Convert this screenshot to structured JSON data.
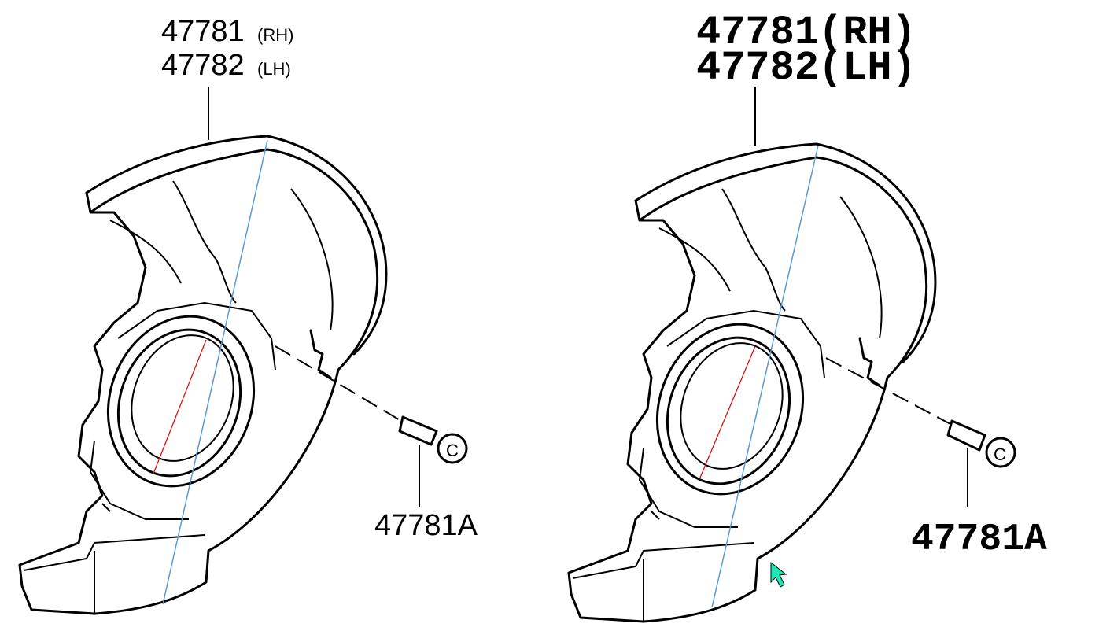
{
  "left_diagram": {
    "part_rh": "47781",
    "suffix_rh": "(RH)",
    "part_lh": "47782",
    "suffix_lh": "(LH)",
    "bolt_part": "47781A"
  },
  "right_diagram": {
    "part_rh": "47781",
    "suffix_rh": "(RH)",
    "part_lh": "47782",
    "suffix_lh": "(LH)",
    "bolt_part": "47781A"
  },
  "colors": {
    "outer_measure_line": "#5b9bd5",
    "inner_measure_line": "#e00000",
    "cursor": "#1de9b6"
  },
  "icons": {
    "cursor": "mouse-pointer-icon"
  }
}
